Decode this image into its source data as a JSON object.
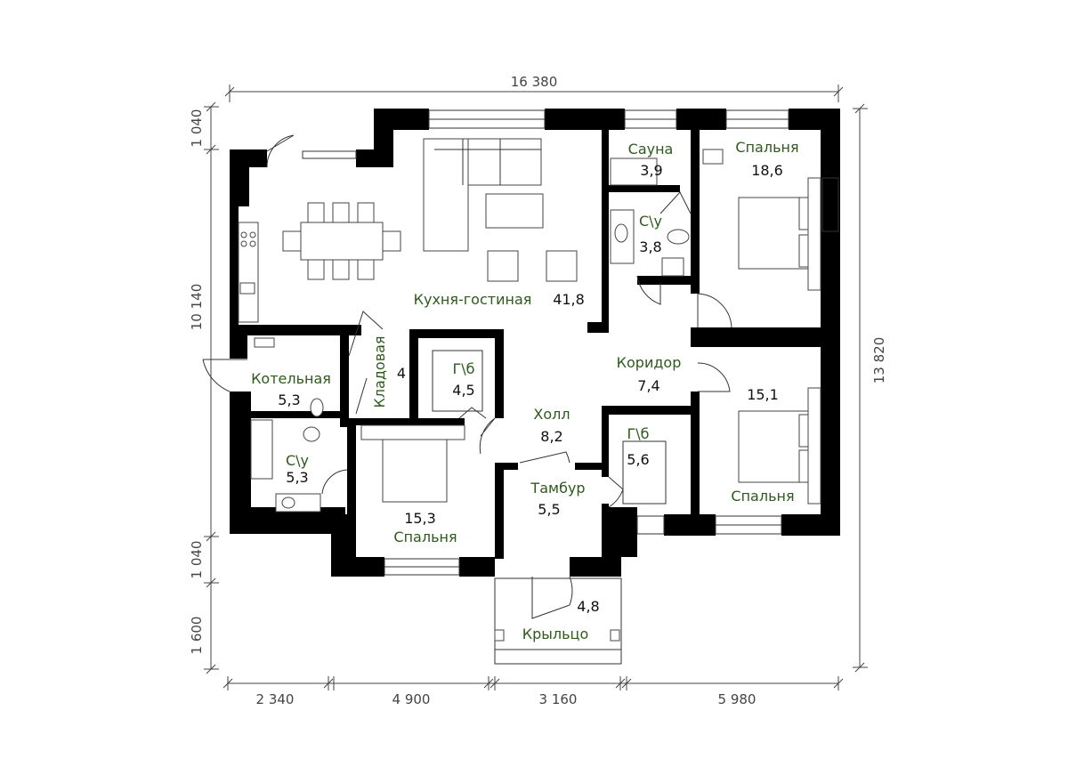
{
  "dimensions": {
    "top": "16 380",
    "right": "13 820",
    "left": [
      "1 040",
      "10 140",
      "1 040",
      "1 600"
    ],
    "bottom": [
      "2 340",
      "4 900",
      "3 160",
      "5 980"
    ]
  },
  "rooms": {
    "sauna": {
      "name": "Сауна",
      "area": "3,9"
    },
    "bedroom_top": {
      "name": "Спальня",
      "area": "18,6"
    },
    "bath_top": {
      "name": "С\\у",
      "area": "3,8"
    },
    "kitchen_living": {
      "name": "Кухня-гостиная",
      "area": "41,8"
    },
    "pantry": {
      "name": "Кладовая",
      "area": "4"
    },
    "corridor": {
      "name": "Коридор",
      "area": "7,4"
    },
    "bedroom_right": {
      "name": "Спальня",
      "area": "15,1"
    },
    "boiler": {
      "name": "Котельная",
      "area": "5,3"
    },
    "closet_left": {
      "name": "Г\\б",
      "area": "4,5"
    },
    "hall": {
      "name": "Холл",
      "area": "8,2"
    },
    "closet_right": {
      "name": "Г\\б",
      "area": "5,6"
    },
    "bath_left": {
      "name": "С\\у",
      "area": "5,3"
    },
    "bedroom_bottom": {
      "name": "Спальня",
      "area": "15,3"
    },
    "vestibule": {
      "name": "Тамбур",
      "area": "5,5"
    },
    "porch": {
      "name": "Крыльцо",
      "area": "4,8"
    }
  }
}
